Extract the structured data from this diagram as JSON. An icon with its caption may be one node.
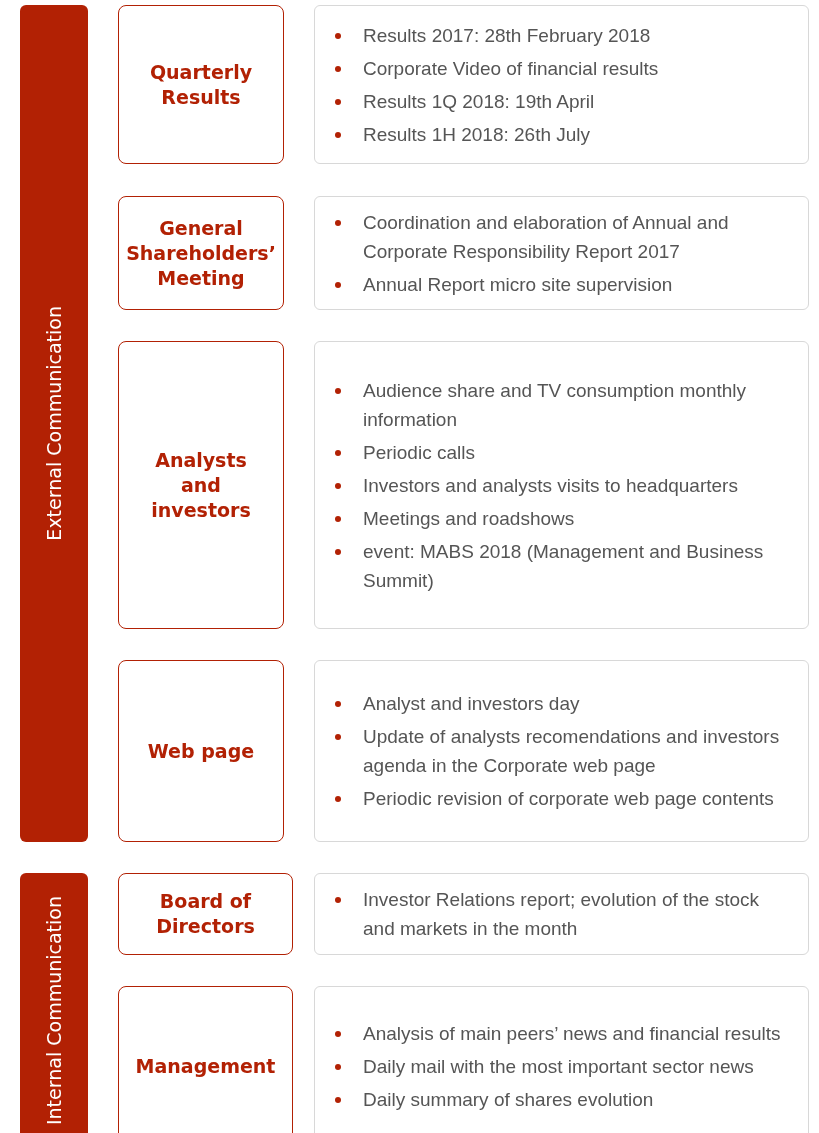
{
  "diagram": {
    "nodes": [
      {
        "text": [
          "External Communication"
        ]
      },
      {
        "text": [
          "Quarterly Results"
        ]
      },
      {
        "text": [
          "Results 2017: 28th February 2018",
          "Corporate Video of financial results",
          "Results 1Q 2018: 19th April",
          "Results 1H 2018: 26th July"
        ]
      },
      {
        "text": [
          "General Shareholders’ Meeting"
        ]
      },
      {
        "text": [
          "Coordination and elaboration of Annual and Corporate Responsibility Report 2017",
          "Annual Report micro site supervision"
        ]
      },
      {
        "text": [
          "Analysts and investors"
        ]
      },
      {
        "text": [
          "Audience share and TV consumption monthly information",
          "Periodic calls",
          "Investors and analysts visits to headquarters",
          "Meetings and roadshows",
          "event: MABS 2018 (Management and Business Summit)"
        ]
      },
      {
        "text": [
          "Web page"
        ]
      },
      {
        "text": [
          "Analyst and investors day",
          "Update of analysts recomendations and investors agenda in the Corporate web page",
          "Periodic revision of corporate web page contents"
        ]
      },
      {
        "text": [
          "Internal Communication"
        ]
      },
      {
        "text": [
          "Board of Directors"
        ]
      },
      {
        "text": [
          "Investor Relations report; evolution of the stock and markets  in the month"
        ]
      },
      {
        "text": [
          "Management"
        ]
      },
      {
        "text": [
          "Analysis of main peers’ news and financial results",
          "Daily mail with the most important sector news",
          "Daily summary of shares evolution"
        ]
      }
    ]
  }
}
